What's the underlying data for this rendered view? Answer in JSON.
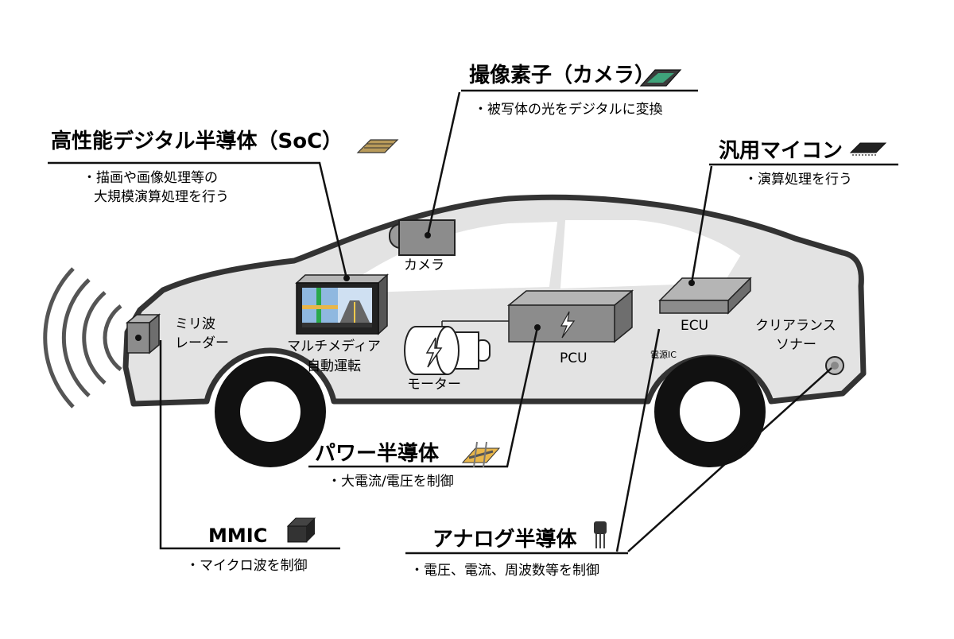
{
  "categories": {
    "soc": {
      "title": "高性能デジタル半導体（SoC）",
      "desc_line1": "・描画や画像処理等の",
      "desc_line2": "大規模演算処理を行う"
    },
    "camera_sensor": {
      "title": "撮像素子（カメラ）",
      "desc": "・被写体の光をデジタルに変換"
    },
    "mcu": {
      "title": "汎用マイコン",
      "desc": "・演算処理を行う"
    },
    "power": {
      "title": "パワー半導体",
      "desc": "・大電流/電圧を制御"
    },
    "mmic": {
      "title": "MMIC",
      "desc": "・マイクロ波を制御"
    },
    "analog": {
      "title": "アナログ半導体",
      "desc": "・電圧、電流、周波数等を制御"
    }
  },
  "components": {
    "camera": "カメラ",
    "radar_line1": "ミリ波",
    "radar_line2": "レーダー",
    "multimedia_line1": "マルチメディア",
    "multimedia_line2": "自動運転",
    "motor": "モーター",
    "pcu": "PCU",
    "ecu": "ECU",
    "power_ic": "電源IC",
    "sonar_line1": "クリアランス",
    "sonar_line2": "ソナー"
  },
  "colors": {
    "car_body": "#e3e3e3",
    "outline": "#333333",
    "box": "#8c8c8c",
    "box_top": "#b5b5b5",
    "chip_gold": "#e8b64a",
    "screen_blue": "#2f6fb8",
    "screen_green": "#2aa84a"
  }
}
